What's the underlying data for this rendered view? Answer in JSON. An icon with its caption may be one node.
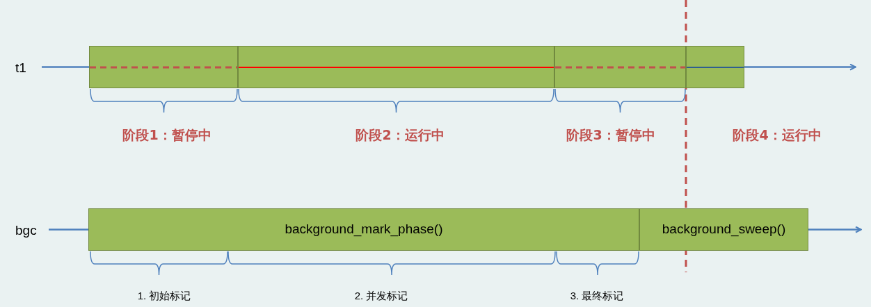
{
  "diagram": {
    "nodes": [
      {
        "text": [
          "t1"
        ]
      },
      {
        "text": [],
        "shape": "box"
      },
      {
        "text": [],
        "shape": "box"
      },
      {
        "text": [],
        "shape": "box"
      },
      {
        "text": [],
        "shape": "box"
      },
      {
        "text": [
          "bgc"
        ]
      },
      {
        "text": [
          "background_mark_phase()"
        ]
      },
      {
        "text": [
          "background_sweep()"
        ]
      }
    ],
    "edges": [
      {
        "from": 0,
        "to": 1,
        "arrow": "none"
      },
      {
        "from": 4,
        "to": null,
        "arrow": "to"
      },
      {
        "from": 5,
        "to": 6,
        "arrow": "none"
      },
      {
        "from": 7,
        "to": null,
        "arrow": "to"
      }
    ],
    "labels": [
      "阶段1：暂停中",
      "阶段2：运行中",
      "阶段3：暂停中",
      "阶段4：运行中",
      "1. 初始标记",
      "2. 并发标记",
      "3. 最终标记"
    ]
  }
}
